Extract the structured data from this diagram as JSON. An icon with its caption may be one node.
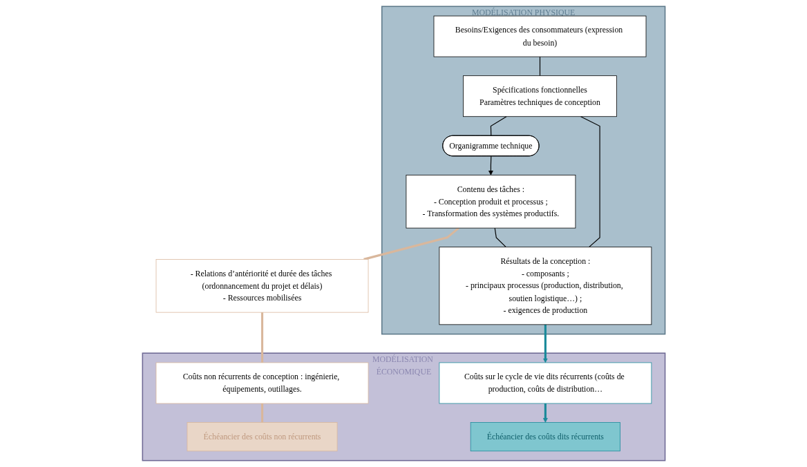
{
  "diagram": {
    "nodes": [
      {
        "text": [
          "MODÉLISATION PHYSIQUE"
        ]
      },
      {
        "text": [
          "Besoins/Exigences des consommateurs (expression du besoin)"
        ],
        "in": 0
      },
      {
        "text": [
          "Spécifications fonctionnelles",
          "Paramètres techniques de conception"
        ],
        "in": 0
      },
      {
        "text": [
          "Organigramme technique"
        ],
        "in": 0
      },
      {
        "text": [
          "Contenu des tâches :",
          "- Conception produit et processus ;",
          "- Transformation des systèmes productifs."
        ],
        "in": 0
      },
      {
        "text": [
          "Résultats de la conception :",
          "- composants ;",
          "- principaux processus (production, distribution, soutien logistique…) ;",
          "- exigences de production"
        ],
        "in": 0
      },
      {
        "text": [
          "- Relations d’antériorité et durée des tâches (ordonnancement du projet et délais)",
          "- Ressources mobilisées"
        ]
      },
      {
        "text": [
          "MODÉLISATION ÉCONOMIQUE"
        ]
      },
      {
        "text": [
          "Coûts non récurrents de conception : ingénierie, équipements, outillages."
        ],
        "in": 7
      },
      {
        "text": [
          "Échéancier des coûts non récurrents"
        ],
        "in": 7
      },
      {
        "text": [
          "Coûts sur le cycle de vie dits récurrents (coûts de production, coûts de distribution…"
        ],
        "in": 7
      },
      {
        "text": [
          "Échéancier des coûts dits récurrents"
        ],
        "in": 7
      }
    ],
    "edges": [
      {
        "from": 1,
        "to": 2,
        "arrow": "none"
      },
      {
        "from": 2,
        "to": 3,
        "arrow": "none"
      },
      {
        "from": 3,
        "to": 4,
        "arrow": "to"
      },
      {
        "from": 2,
        "to": 5,
        "arrow": "none"
      },
      {
        "from": 4,
        "to": 5,
        "arrow": "none"
      },
      {
        "from": 4,
        "to": 6,
        "arrow": "none",
        "style": "thick",
        "color": "#d9b79c"
      },
      {
        "from": 6,
        "to": 8,
        "arrow": "none",
        "style": "thick",
        "color": "#d9b79c"
      },
      {
        "from": 8,
        "to": 9,
        "arrow": "none",
        "style": "thick",
        "color": "#d9b79c"
      },
      {
        "from": 5,
        "to": 10,
        "arrow": "to",
        "style": "thick",
        "color": "#1a8a9a"
      },
      {
        "from": 10,
        "to": 11,
        "arrow": "to",
        "style": "thick",
        "color": "#1a8a9a"
      }
    ]
  }
}
